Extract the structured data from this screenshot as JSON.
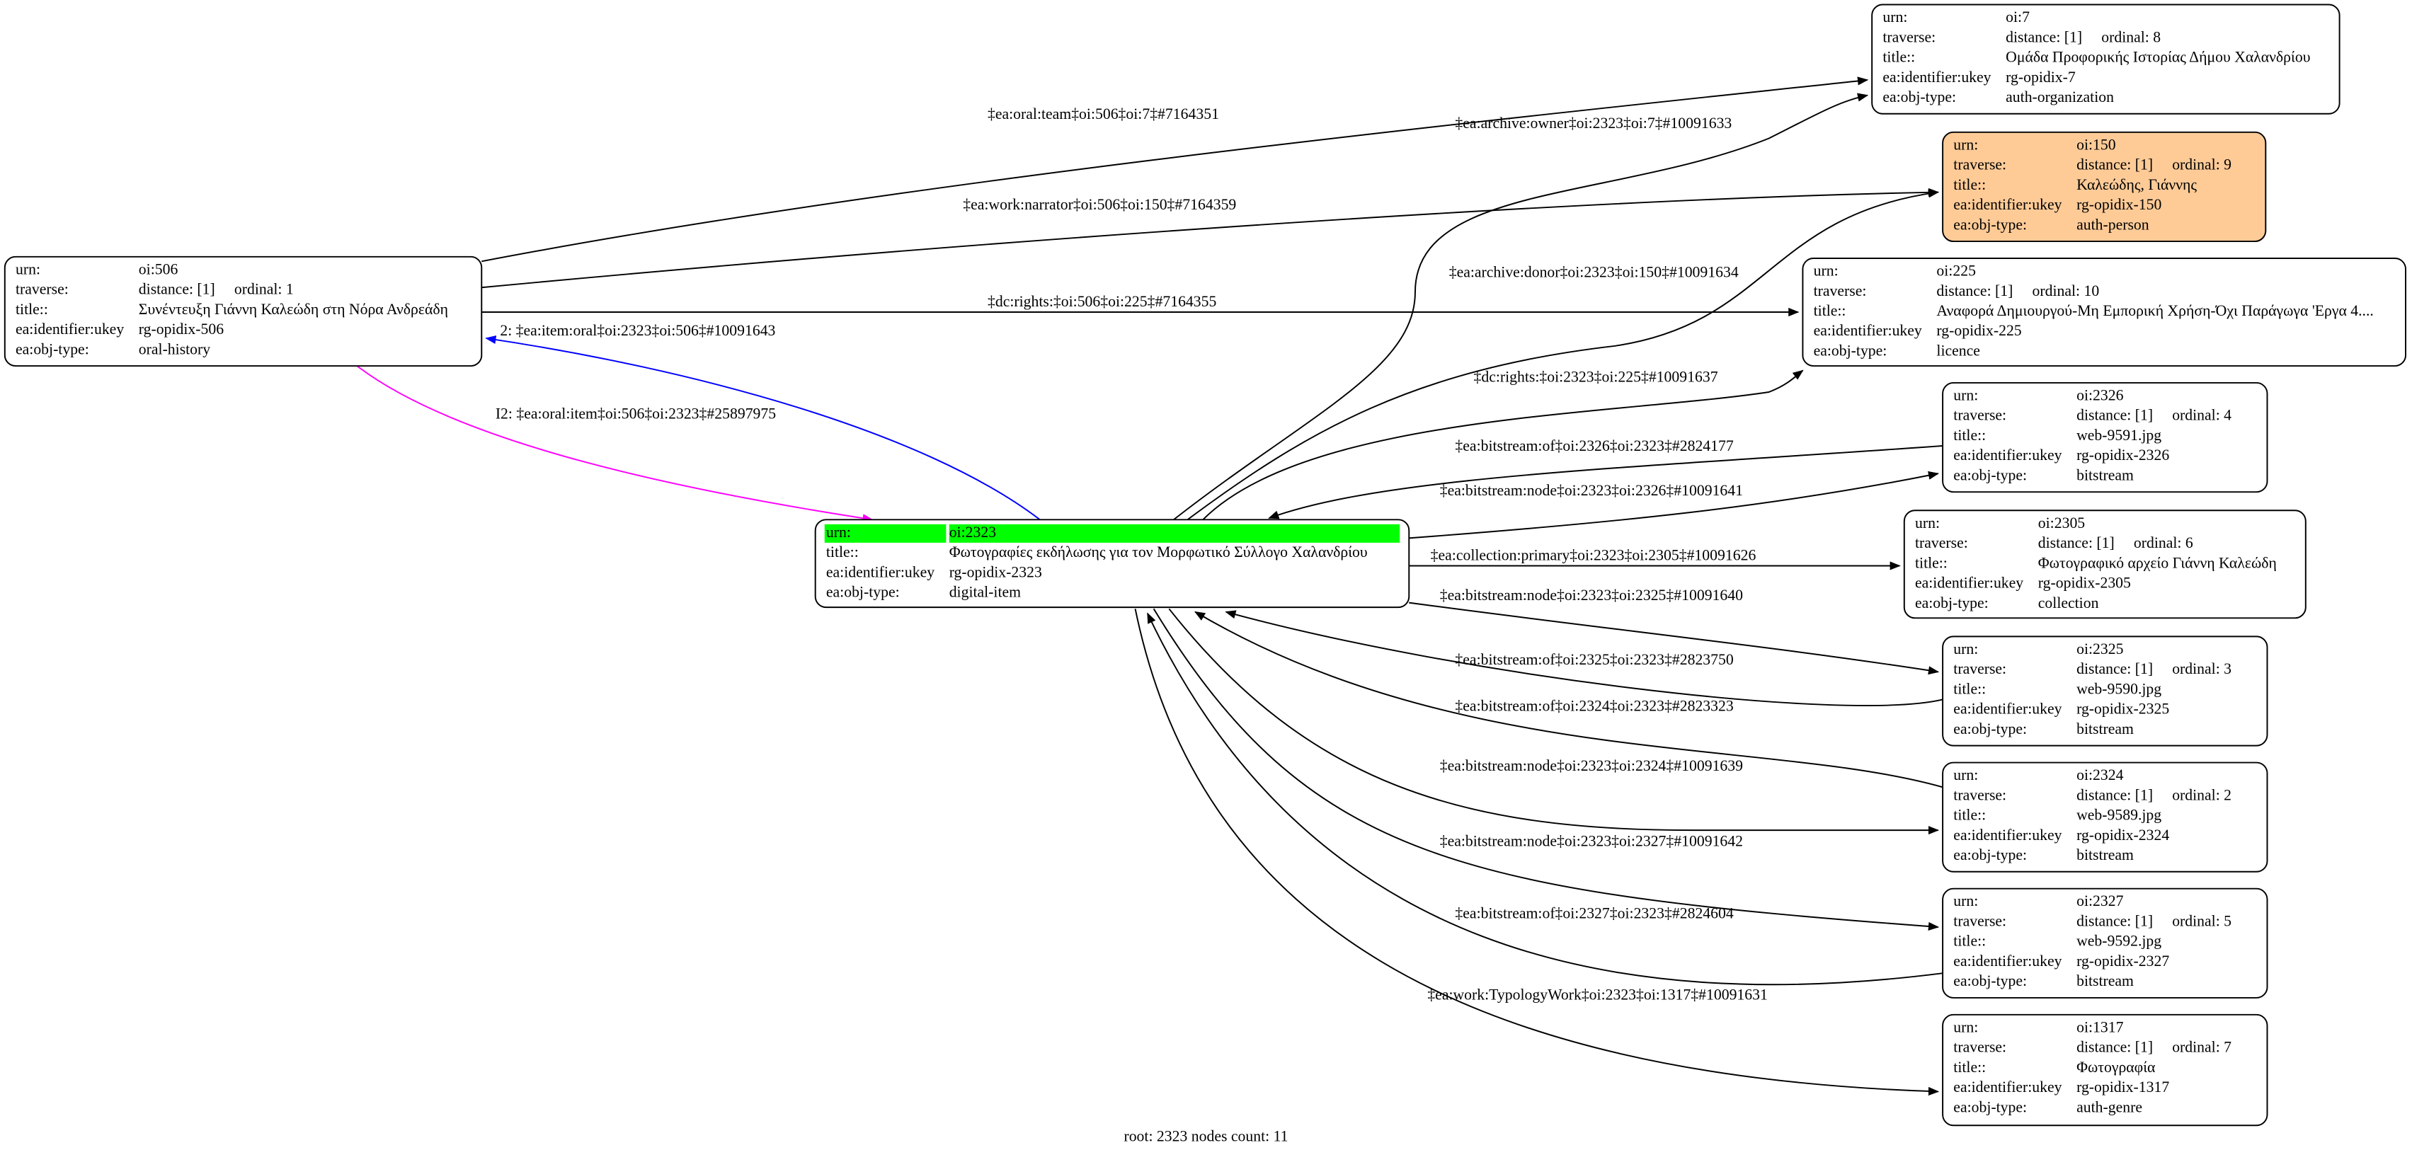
{
  "colors": {
    "person_fill": "#fecb97",
    "root_urn_highlight": "#00ff00",
    "node_fill": "#ffffff",
    "edge_default": "#000000",
    "edge_blue": "#0000ff",
    "edge_magenta": "#ff00ff"
  },
  "nodes": [
    {
      "id": "n506",
      "rows": [
        [
          "urn:",
          "oi:506"
        ],
        [
          "traverse:",
          "distance: [1]     ordinal: 1"
        ],
        [
          "title::",
          "Συνέντευξη Γιάννη Καλεώδη στη Νόρα Ανδρεάδη"
        ],
        [
          "ea:identifier:ukey",
          "rg-opidix-506"
        ],
        [
          "ea:obj-type:",
          "oral-history"
        ]
      ]
    },
    {
      "id": "n7",
      "rows": [
        [
          "urn:",
          "oi:7"
        ],
        [
          "traverse:",
          "distance: [1]     ordinal: 8"
        ],
        [
          "title::",
          "Ομάδα Προφορικής Ιστορίας Δήμου Χαλανδρίου"
        ],
        [
          "ea:identifier:ukey",
          "rg-opidix-7"
        ],
        [
          "ea:obj-type:",
          "auth-organization"
        ]
      ]
    },
    {
      "id": "n150",
      "rows": [
        [
          "urn:",
          "oi:150"
        ],
        [
          "traverse:",
          "distance: [1]     ordinal: 9"
        ],
        [
          "title::",
          "Καλεώδης, Γιάννης"
        ],
        [
          "ea:identifier:ukey",
          "rg-opidix-150"
        ],
        [
          "ea:obj-type:",
          "auth-person"
        ]
      ]
    },
    {
      "id": "n225",
      "rows": [
        [
          "urn:",
          "oi:225"
        ],
        [
          "traverse:",
          "distance: [1]     ordinal: 10"
        ],
        [
          "title::",
          "Αναφορά Δημιουργού-Μη Εμπορική Χρήση-Όχι Παράγωγα 'Εργα 4...."
        ],
        [
          "ea:identifier:ukey",
          "rg-opidix-225"
        ],
        [
          "ea:obj-type:",
          "licence"
        ]
      ]
    },
    {
      "id": "n2323",
      "rows": [
        [
          "urn:",
          "oi:2323"
        ],
        [
          "title::",
          "Φωτογραφίες εκδήλωσης για τον Μορφωτικό Σύλλογο Χαλανδρίου"
        ],
        [
          "ea:identifier:ukey",
          "rg-opidix-2323"
        ],
        [
          "ea:obj-type:",
          "digital-item"
        ]
      ]
    },
    {
      "id": "n2326",
      "rows": [
        [
          "urn:",
          "oi:2326"
        ],
        [
          "traverse:",
          "distance: [1]     ordinal: 4"
        ],
        [
          "title::",
          "web-9591.jpg"
        ],
        [
          "ea:identifier:ukey",
          "rg-opidix-2326"
        ],
        [
          "ea:obj-type:",
          "bitstream"
        ]
      ]
    },
    {
      "id": "n2305",
      "rows": [
        [
          "urn:",
          "oi:2305"
        ],
        [
          "traverse:",
          "distance: [1]     ordinal: 6"
        ],
        [
          "title::",
          "Φωτογραφικό αρχείο Γιάννη Καλεώδη"
        ],
        [
          "ea:identifier:ukey",
          "rg-opidix-2305"
        ],
        [
          "ea:obj-type:",
          "collection"
        ]
      ]
    },
    {
      "id": "n2325",
      "rows": [
        [
          "urn:",
          "oi:2325"
        ],
        [
          "traverse:",
          "distance: [1]     ordinal: 3"
        ],
        [
          "title::",
          "web-9590.jpg"
        ],
        [
          "ea:identifier:ukey",
          "rg-opidix-2325"
        ],
        [
          "ea:obj-type:",
          "bitstream"
        ]
      ]
    },
    {
      "id": "n2324",
      "rows": [
        [
          "urn:",
          "oi:2324"
        ],
        [
          "traverse:",
          "distance: [1]     ordinal: 2"
        ],
        [
          "title::",
          "web-9589.jpg"
        ],
        [
          "ea:identifier:ukey",
          "rg-opidix-2324"
        ],
        [
          "ea:obj-type:",
          "bitstream"
        ]
      ]
    },
    {
      "id": "n2327",
      "rows": [
        [
          "urn:",
          "oi:2327"
        ],
        [
          "traverse:",
          "distance: [1]     ordinal: 5"
        ],
        [
          "title::",
          "web-9592.jpg"
        ],
        [
          "ea:identifier:ukey",
          "rg-opidix-2327"
        ],
        [
          "ea:obj-type:",
          "bitstream"
        ]
      ]
    },
    {
      "id": "n1317",
      "rows": [
        [
          "urn:",
          "oi:1317"
        ],
        [
          "traverse:",
          "distance: [1]     ordinal: 7"
        ],
        [
          "title::",
          "Φωτογραφία"
        ],
        [
          "ea:identifier:ukey",
          "rg-opidix-1317"
        ],
        [
          "ea:obj-type:",
          "auth-genre"
        ]
      ]
    }
  ],
  "edges": [
    {
      "from": "n506",
      "to": "n7",
      "label": "‡ea:oral:team‡oi:506‡oi:7‡#7164351",
      "color": "edge_default"
    },
    {
      "from": "n506",
      "to": "n150",
      "label": "‡ea:work:narrator‡oi:506‡oi:150‡#7164359",
      "color": "edge_default"
    },
    {
      "from": "n506",
      "to": "n225",
      "label": "‡dc:rights:‡oi:506‡oi:225‡#7164355",
      "color": "edge_default"
    },
    {
      "from": "n2323",
      "to": "n506",
      "label": "2: ‡ea:item:oral‡oi:2323‡oi:506‡#10091643",
      "color": "edge_blue"
    },
    {
      "from": "n506",
      "to": "n2323",
      "label": "I2: ‡ea:oral:item‡oi:506‡oi:2323‡#25897975",
      "color": "edge_magenta"
    },
    {
      "from": "n2323",
      "to": "n7",
      "label": "‡ea:archive:owner‡oi:2323‡oi:7‡#10091633",
      "color": "edge_default"
    },
    {
      "from": "n2323",
      "to": "n150",
      "label": "‡ea:archive:donor‡oi:2323‡oi:150‡#10091634",
      "color": "edge_default"
    },
    {
      "from": "n2323",
      "to": "n225",
      "label": "‡dc:rights:‡oi:2323‡oi:225‡#10091637",
      "color": "edge_default"
    },
    {
      "from": "n2326",
      "to": "n2323",
      "label": "‡ea:bitstream:of‡oi:2326‡oi:2323‡#2824177",
      "color": "edge_default"
    },
    {
      "from": "n2323",
      "to": "n2326",
      "label": "‡ea:bitstream:node‡oi:2323‡oi:2326‡#10091641",
      "color": "edge_default"
    },
    {
      "from": "n2323",
      "to": "n2305",
      "label": "‡ea:collection:primary‡oi:2323‡oi:2305‡#10091626",
      "color": "edge_default"
    },
    {
      "from": "n2323",
      "to": "n2325",
      "label": "‡ea:bitstream:node‡oi:2323‡oi:2325‡#10091640",
      "color": "edge_default"
    },
    {
      "from": "n2325",
      "to": "n2323",
      "label": "‡ea:bitstream:of‡oi:2325‡oi:2323‡#2823750",
      "color": "edge_default"
    },
    {
      "from": "n2324",
      "to": "n2323",
      "label": "‡ea:bitstream:of‡oi:2324‡oi:2323‡#2823323",
      "color": "edge_default"
    },
    {
      "from": "n2323",
      "to": "n2324",
      "label": "‡ea:bitstream:node‡oi:2323‡oi:2324‡#10091639",
      "color": "edge_default"
    },
    {
      "from": "n2323",
      "to": "n2327",
      "label": "‡ea:bitstream:node‡oi:2323‡oi:2327‡#10091642",
      "color": "edge_default"
    },
    {
      "from": "n2327",
      "to": "n2323",
      "label": "‡ea:bitstream:of‡oi:2327‡oi:2323‡#2824604",
      "color": "edge_default"
    },
    {
      "from": "n2323",
      "to": "n1317",
      "label": "‡ea:work:TypologyWork‡oi:2323‡oi:1317‡#10091631",
      "color": "edge_default"
    }
  ],
  "footer": "root: 2323 nodes count: 11"
}
